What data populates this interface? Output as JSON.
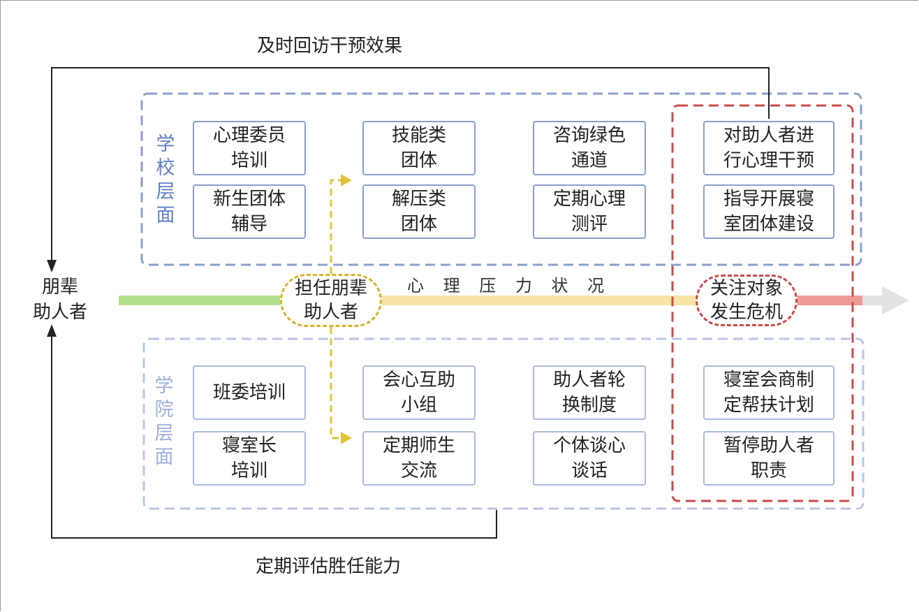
{
  "diagram": {
    "feedback_top": "及时回访干预效果",
    "feedback_bottom": "定期评估胜任能力",
    "left_node": "朋辈\n助人者",
    "timeline_label": "心 理 压 力 状 况",
    "start_node": "担任朋辈\n助人者",
    "crisis_node": "关注对象\n发生危机",
    "school_level": {
      "label": "学\n校\n层\n面",
      "boxes": [
        "心理委员\n培训",
        "新生团体\n辅导",
        "技能类\n团体",
        "解压类\n团体",
        "咨询绿色\n通道",
        "定期心理\n测评",
        "对助人者进\n行心理干预",
        "指导开展寝\n室团体建设"
      ]
    },
    "college_level": {
      "label": "学\n院\n层\n面",
      "boxes": [
        "班委培训",
        "寝室长\n培训",
        "会心互助\n小组",
        "定期师生\n交流",
        "助人者轮\n换制度",
        "个体谈心\n谈话",
        "寝室会商制\n定帮扶计划",
        "暂停助人者\n职责"
      ]
    },
    "colors": {
      "school_border": "#8a9fce",
      "college_border": "#aab9dc",
      "crisis_border": "#c94a4a",
      "start_border": "#d4b32e",
      "arrow_yellow": "#e0c43a",
      "bar_green": "#b3e08c",
      "bar_yellow": "#f7e4a6",
      "bar_red": "#ef9a96",
      "bar_grey": "#e2e2e2"
    }
  }
}
